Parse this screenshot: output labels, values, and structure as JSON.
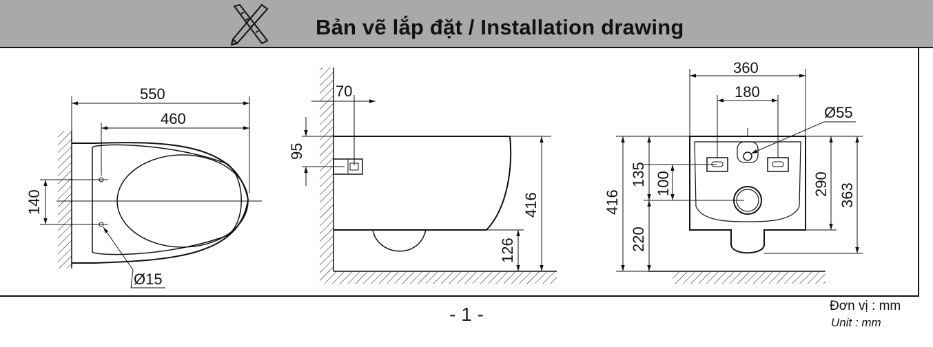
{
  "header": {
    "title": "Bản vẽ lắp đặt / Installation drawing",
    "icon": "pencil-ruler-icon"
  },
  "top_view": {
    "dim_overall_length": "550",
    "dim_fixing_depth": "460",
    "dim_bolt_spacing": "140",
    "dim_hole_diameter": "Ø15"
  },
  "side_view": {
    "dim_inlet_offset": "70",
    "dim_inlet_height": "95",
    "dim_total_height": "416",
    "dim_bottom_gap": "126"
  },
  "front_view": {
    "dim_overall_width": "360",
    "dim_bolt_width": "180",
    "dim_inlet_diameter": "Ø55",
    "dim_bolt_to_inlet": "135",
    "dim_outlet_offset": "100",
    "dim_total_height": "416",
    "dim_outlet_height": "220",
    "dim_bolt_height": "290",
    "dim_top_height": "363"
  },
  "footer": {
    "page_number": "- 1 -",
    "unit_vi": "Đơn vị : mm",
    "unit_en": "Unit : mm"
  }
}
